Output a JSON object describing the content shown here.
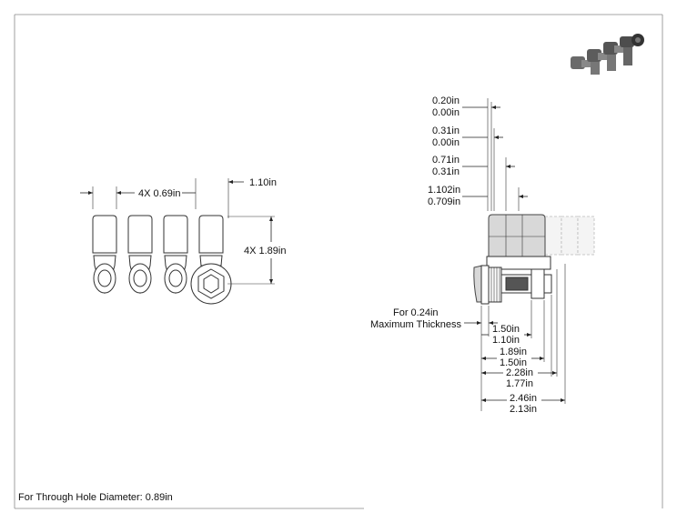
{
  "labels": {
    "count_spacing": "4X 0.69in",
    "cam_offset": "1.10in",
    "cam_length": "4X 1.89in",
    "cam_rot_max": "0.20in",
    "cam_rot_min": "0.00in",
    "d2_max": "0.31in",
    "d2_min": "0.00in",
    "d3_max": "0.71in",
    "d3_min": "0.31in",
    "d4_max": "1.102in",
    "d4_min": "0.709in",
    "thickness_note_line1": "For 0.24in",
    "thickness_note_line2": "Maximum Thickness",
    "l1_max": "1.50in",
    "l1_min": "1.10in",
    "l2_max": "1.89in",
    "l2_min": "1.50in",
    "l3_max": "2.28in",
    "l3_min": "1.77in",
    "l4_max": "2.46in",
    "l4_min": "2.13in",
    "footer": "For Through Hole Diameter: 0.89in"
  },
  "colors": {
    "line": "#222222",
    "part_fill": "#d8d8d8",
    "thumbnail": "#5a5a5a"
  }
}
